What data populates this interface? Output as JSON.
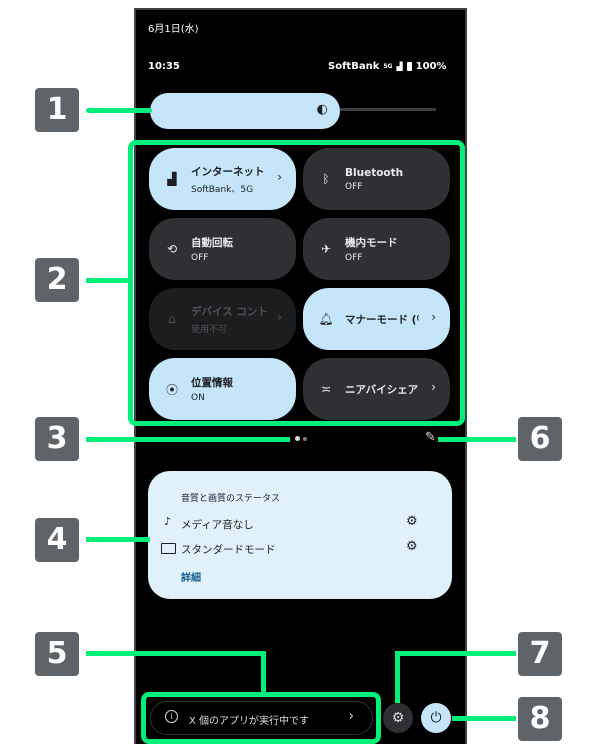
{
  "status": {
    "date": "6月1日(水)",
    "time": "10:35",
    "carrier": "SoftBank",
    "network": "5G",
    "battery": "100%"
  },
  "brightness": {
    "level": 0.6
  },
  "tiles": [
    {
      "title": "インターネット",
      "sub": "SoftBank、5G",
      "icon": "signal-icon",
      "state": "on",
      "chevron": "›"
    },
    {
      "title": "Bluetooth",
      "sub": "OFF",
      "icon": "bluetooth-icon",
      "state": "off"
    },
    {
      "title": "自動回転",
      "sub": "OFF",
      "icon": "rotate-icon",
      "state": "off"
    },
    {
      "title": "機内モード",
      "sub": "OFF",
      "icon": "airplane-icon",
      "state": "off"
    },
    {
      "title": "デバイス コント",
      "sub": "使用不可",
      "icon": "home-icon",
      "state": "disabled",
      "chevron": "›"
    },
    {
      "title": "マナーモード (⁽",
      "sub": "",
      "icon": "bell-icon",
      "state": "on",
      "chevron": "›"
    },
    {
      "title": "位置情報",
      "sub": "ON",
      "icon": "location-icon",
      "state": "on"
    },
    {
      "title": "ニアバイシェア",
      "sub": "",
      "icon": "nearby-share-icon",
      "state": "off",
      "chevron": "›"
    }
  ],
  "page_indicator": {
    "current": 1,
    "total": 2
  },
  "status_card": {
    "title": "音質と画質のステータス",
    "rows": [
      {
        "label": "メディア音なし",
        "icon": "music-note-icon"
      },
      {
        "label": "スタンダードモード",
        "icon": "monitor-icon"
      }
    ],
    "link": "詳細"
  },
  "footer": {
    "running_apps": "X 個のアプリが実行中です",
    "chevron": "›"
  },
  "callouts": [
    "1",
    "2",
    "3",
    "4",
    "5",
    "6",
    "7",
    "8"
  ],
  "colors": {
    "accent": "#00f07a",
    "tile_on": "#c4e5fa",
    "tile_off": "#2e3033",
    "badge": "#5f6468"
  }
}
